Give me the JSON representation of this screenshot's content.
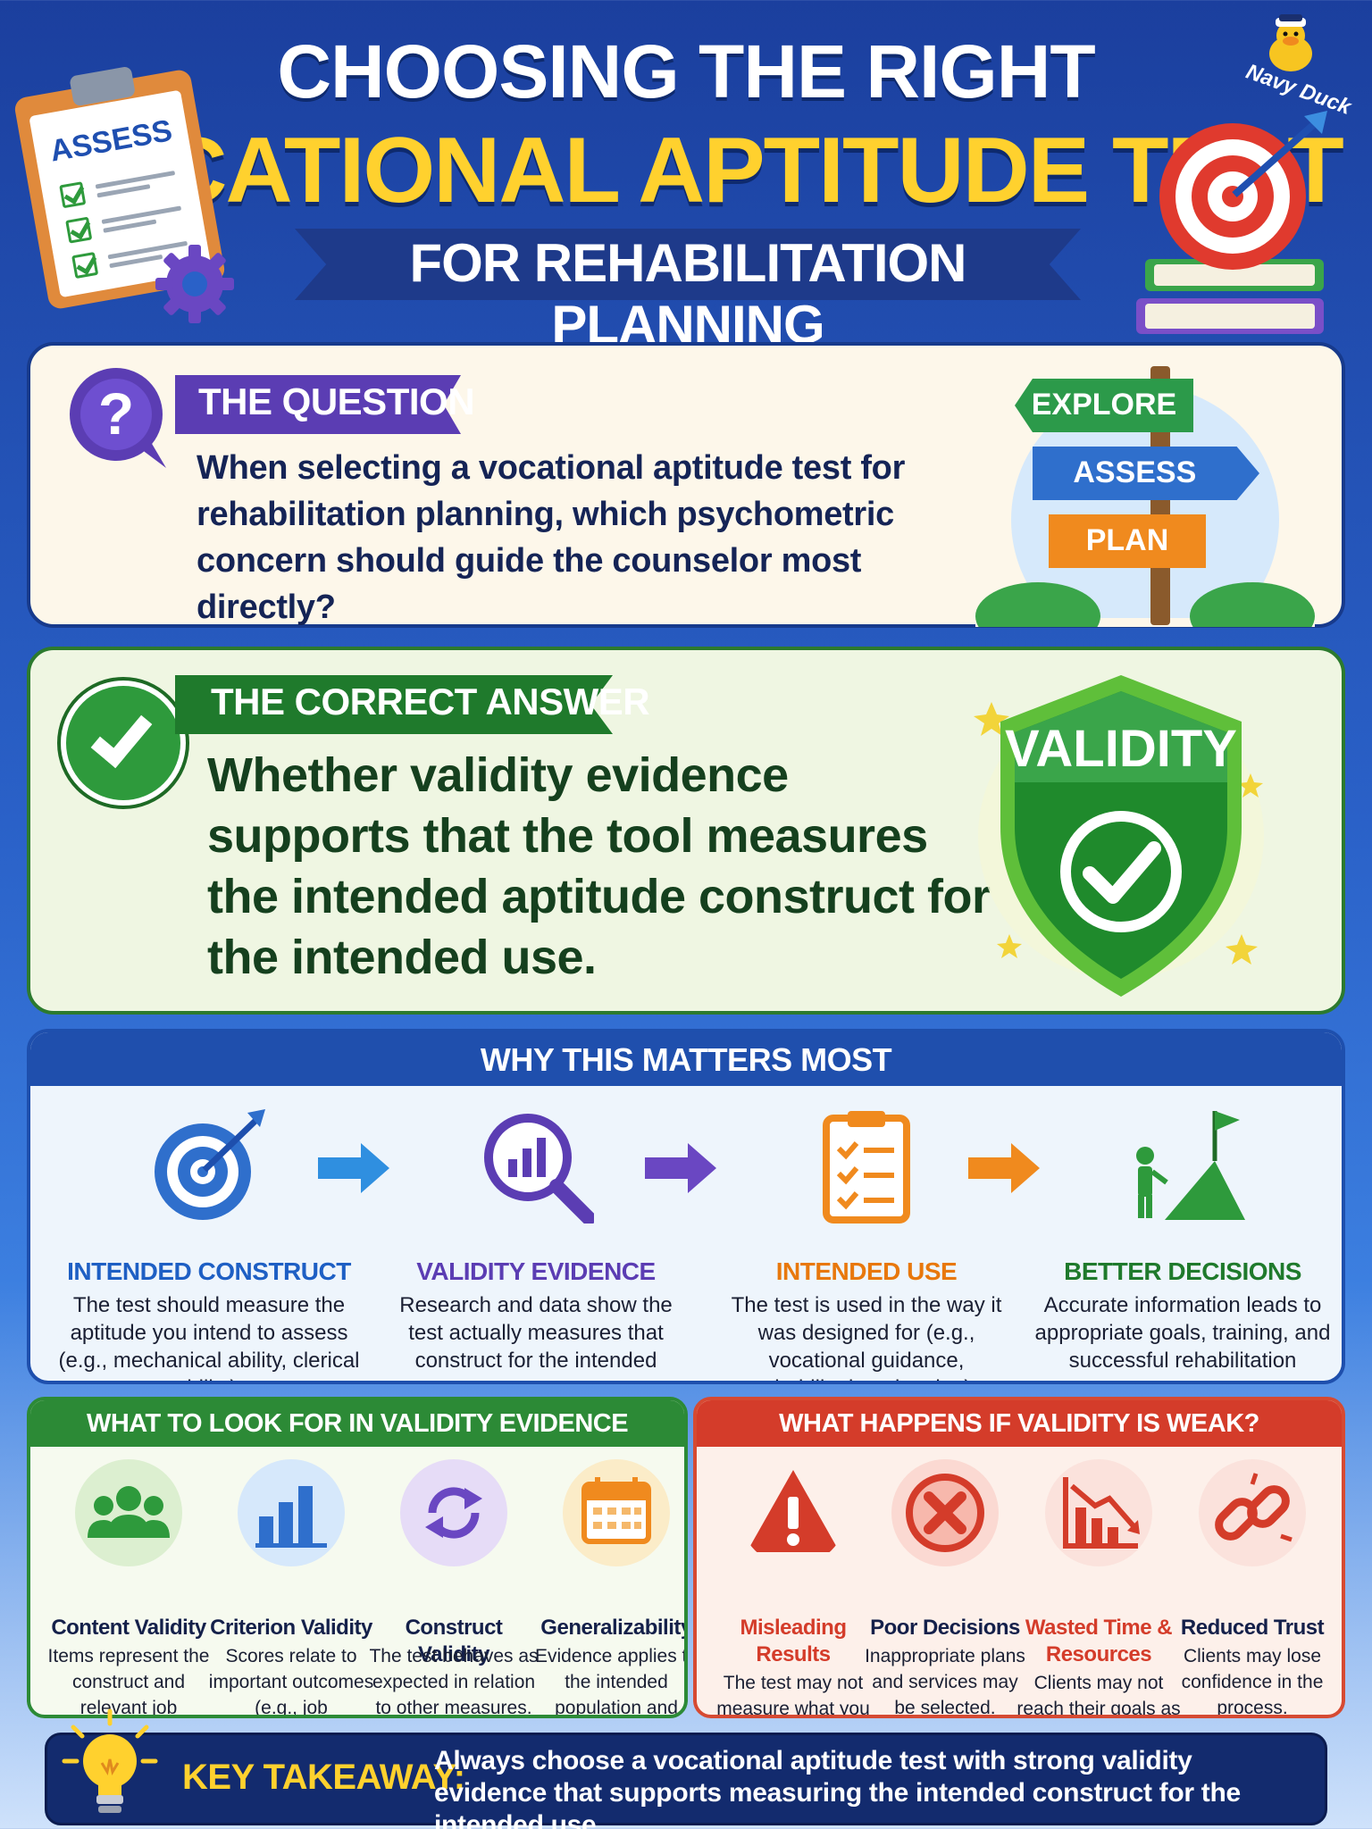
{
  "header": {
    "title_top": "CHOOSING THE RIGHT",
    "title_main": "VOCATIONAL APTITUDE TEST",
    "subtitle": "FOR REHABILITATION PLANNING",
    "clipboard_label": "ASSESS",
    "brand": "Navy Duck"
  },
  "question": {
    "label": "THE QUESTION",
    "text": "When selecting a vocational aptitude test for rehabilitation planning, which psychometric concern should guide the counselor most directly?",
    "signs": [
      "EXPLORE",
      "ASSESS",
      "PLAN"
    ]
  },
  "answer": {
    "label": "THE CORRECT ANSWER",
    "text": "Whether validity evidence supports that the tool measures the intended aptitude construct for the intended use.",
    "shield_label": "VALIDITY"
  },
  "why": {
    "title": "WHY THIS MATTERS MOST",
    "items": [
      {
        "head": "INTENDED CONSTRUCT",
        "body": "The test should measure the aptitude you intend to assess (e.g., mechanical ability, clerical ability).",
        "color": "#1e5fc4",
        "icon": "target-icon"
      },
      {
        "head": "VALIDITY EVIDENCE",
        "body": "Research and data show the test actually measures that construct for the intended purpose.",
        "color": "#5b3db3",
        "icon": "magnifier-chart-icon"
      },
      {
        "head": "INTENDED USE",
        "body": "The test is used in the way it was designed for (e.g., vocational guidance, rehabilitation planning).",
        "color": "#e8780c",
        "icon": "clipboard-checklist-icon"
      },
      {
        "head": "BETTER DECISIONS",
        "body": "Accurate information leads to appropriate goals, training, and successful rehabilitation outcomes.",
        "color": "#1f7a2c",
        "icon": "person-flag-hill-icon"
      }
    ]
  },
  "look_for": {
    "title": "WHAT TO LOOK FOR IN VALIDITY EVIDENCE",
    "items": [
      {
        "head": "Content Validity",
        "body": "Items represent the construct and relevant job demands.",
        "icon": "group-people-icon"
      },
      {
        "head": "Criterion Validity",
        "body": "Scores relate to important outcomes (e.g., job performance).",
        "icon": "bar-chart-icon"
      },
      {
        "head": "Construct Validity",
        "body": "The test behaves as expected in relation to other measures.",
        "icon": "cycle-arrows-icon"
      },
      {
        "head": "Generalizability",
        "body": "Evidence applies to the intended population and settings.",
        "icon": "calendar-icon"
      }
    ]
  },
  "weak": {
    "title": "WHAT HAPPENS IF VALIDITY IS WEAK?",
    "items": [
      {
        "head": "Misleading Results",
        "body": "The test may not measure what you think it does.",
        "icon": "warning-icon"
      },
      {
        "head": "Poor Decisions",
        "body": "Inappropriate plans and services may be selected.",
        "icon": "x-circle-icon"
      },
      {
        "head": "Wasted Time & Resources",
        "body": "Clients may not reach their goals as efficiently.",
        "icon": "declining-chart-icon"
      },
      {
        "head": "Reduced Trust",
        "body": "Clients may lose confidence in the process.",
        "icon": "broken-link-icon"
      }
    ]
  },
  "takeaway": {
    "label": "KEY TAKEAWAY:",
    "text": "Always choose a vocational aptitude test with strong validity evidence that supports measuring the intended construct for the intended use."
  }
}
